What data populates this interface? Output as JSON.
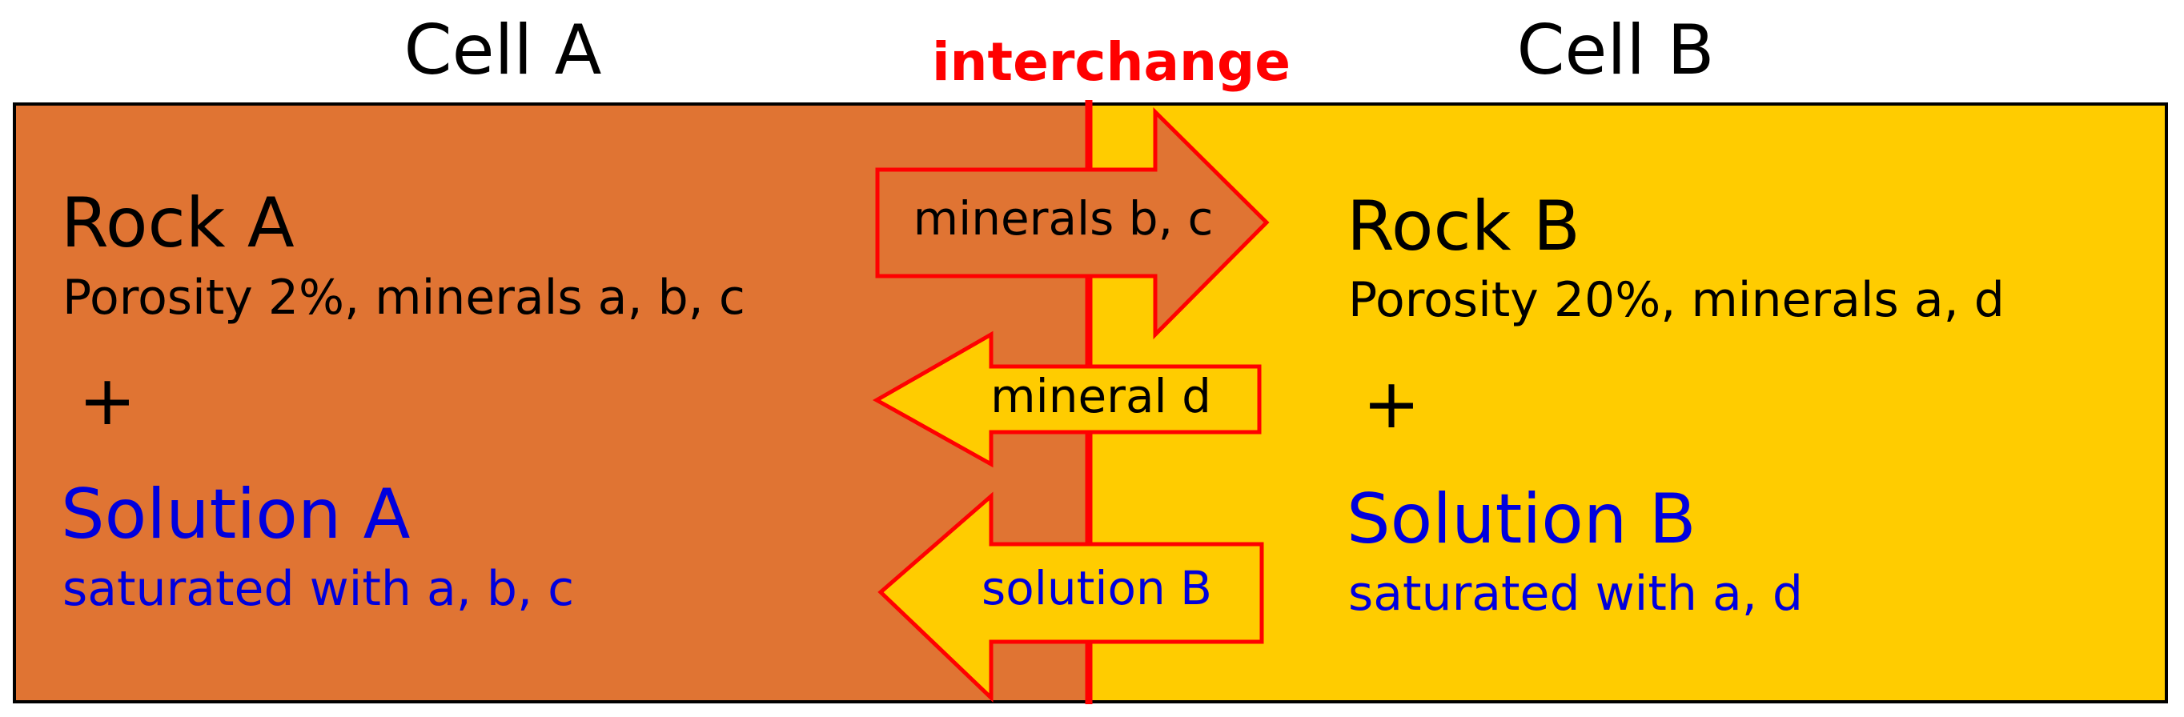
{
  "titles": {
    "cell_a": "Cell A",
    "cell_b": "Cell B",
    "interchange": "interchange"
  },
  "cell_a": {
    "rock_title": "Rock A",
    "rock_desc": "Porosity 2%, minerals a, b, c",
    "plus": "+",
    "solution_title": "Solution A",
    "solution_desc": "saturated with a, b, c"
  },
  "cell_b": {
    "rock_title": "Rock B",
    "rock_desc": "Porosity 20%, minerals a, d",
    "plus": "+",
    "solution_title": "Solution B",
    "solution_desc": "saturated with a, d"
  },
  "arrows": {
    "to_b": "minerals b, c",
    "to_a_mineral": "mineral d",
    "to_a_solution": "solution B"
  },
  "colors": {
    "cell_a_fill": "#E07433",
    "cell_b_fill": "#FFCC00",
    "interchange_line": "#FF0000",
    "interchange_label": "#FF0000",
    "solution_text": "#0000DD",
    "arrow_outline": "#FF0000",
    "border": "#000000"
  }
}
